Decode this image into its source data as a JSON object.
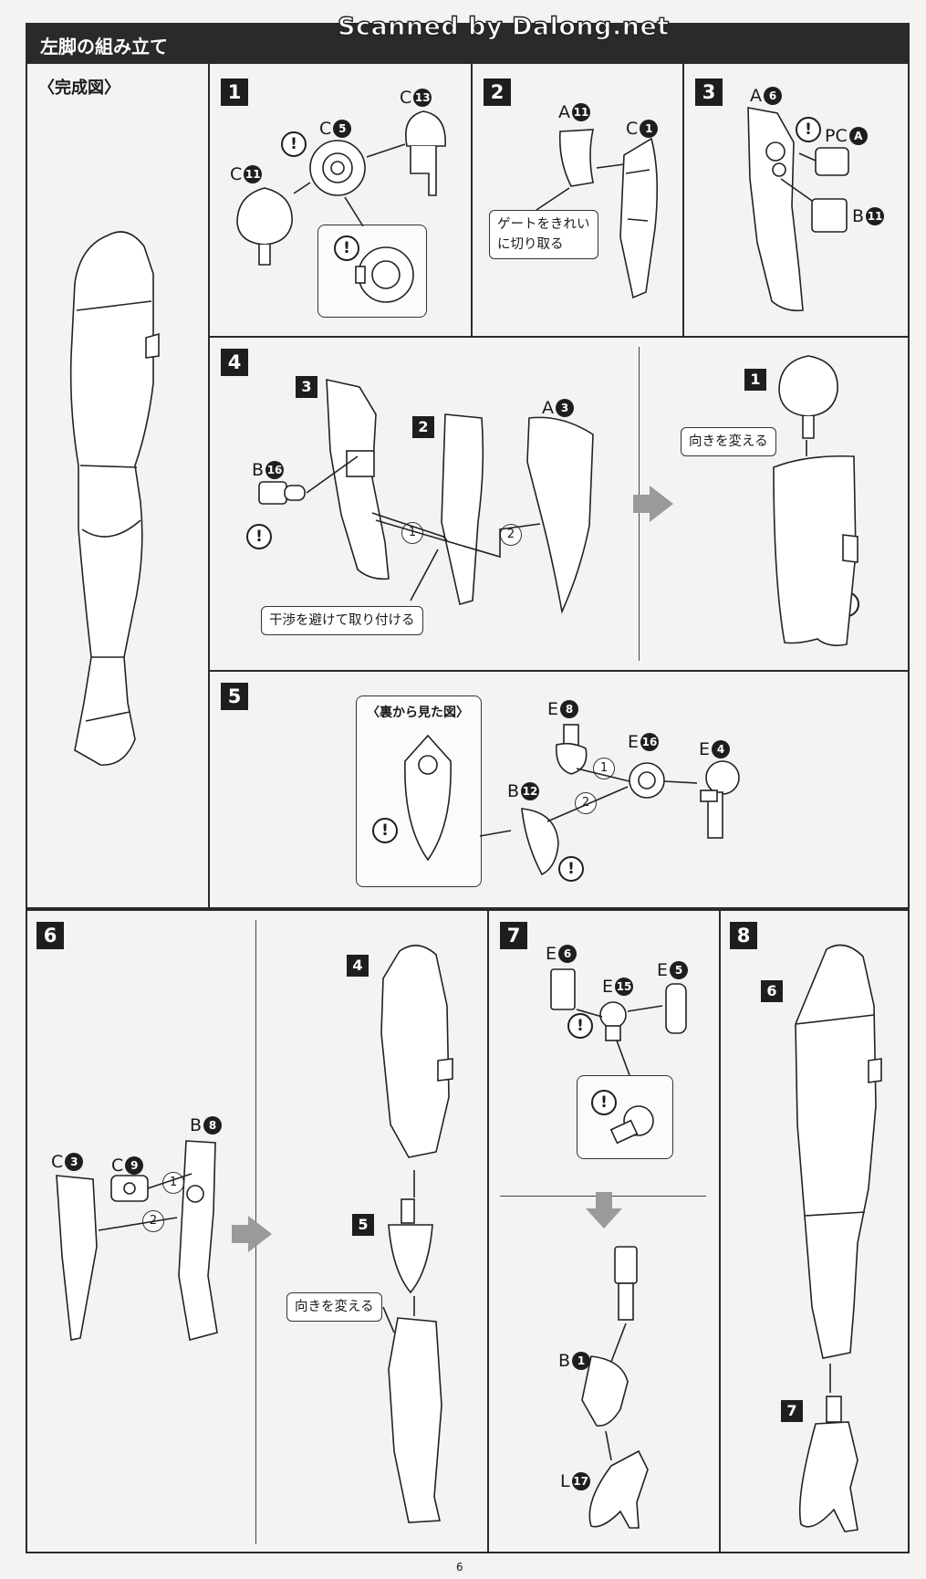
{
  "header": {
    "title": "左脚の組み立て",
    "watermark": "Scanned by Dalong.net"
  },
  "complete_label": "〈完成図〉",
  "page_number": "6",
  "steps": {
    "s1": {
      "num": "1",
      "parts": [
        {
          "runner": "C",
          "no": "13"
        },
        {
          "runner": "C",
          "no": "5"
        },
        {
          "runner": "C",
          "no": "11"
        }
      ]
    },
    "s2": {
      "num": "2",
      "parts": [
        {
          "runner": "A",
          "no": "11"
        },
        {
          "runner": "C",
          "no": "1"
        }
      ],
      "note_line1": "ゲートをきれい",
      "note_line2": "に切り取る"
    },
    "s3": {
      "num": "3",
      "parts": [
        {
          "runner": "A",
          "no": "6"
        },
        {
          "runner": "PC",
          "no": "A"
        },
        {
          "runner": "B",
          "no": "11"
        }
      ]
    },
    "s4": {
      "num": "4",
      "refs": [
        "3",
        "2",
        "1"
      ],
      "parts": [
        {
          "runner": "A",
          "no": "3"
        },
        {
          "runner": "B",
          "no": "16"
        }
      ],
      "note_avoid": "干渉を避けて取り付ける",
      "note_turn": "向きを変える",
      "order": [
        "1",
        "2"
      ]
    },
    "s5": {
      "num": "5",
      "inset_caption": "〈裏から見た図〉",
      "parts": [
        {
          "runner": "E",
          "no": "8"
        },
        {
          "runner": "E",
          "no": "16"
        },
        {
          "runner": "E",
          "no": "4"
        },
        {
          "runner": "B",
          "no": "12"
        }
      ],
      "order": [
        "1",
        "2"
      ]
    },
    "s6": {
      "num": "6",
      "refs": [
        "4",
        "5"
      ],
      "parts": [
        {
          "runner": "C",
          "no": "3"
        },
        {
          "runner": "C",
          "no": "9"
        },
        {
          "runner": "B",
          "no": "8"
        }
      ],
      "note_turn": "向きを変える",
      "order": [
        "1",
        "2"
      ]
    },
    "s7": {
      "num": "7",
      "parts": [
        {
          "runner": "E",
          "no": "6"
        },
        {
          "runner": "E",
          "no": "15"
        },
        {
          "runner": "E",
          "no": "5"
        },
        {
          "runner": "B",
          "no": "1"
        },
        {
          "runner": "L",
          "no": "17"
        }
      ]
    },
    "s8": {
      "num": "8",
      "refs": [
        "6",
        "7"
      ]
    }
  },
  "warning_symbol": "!"
}
